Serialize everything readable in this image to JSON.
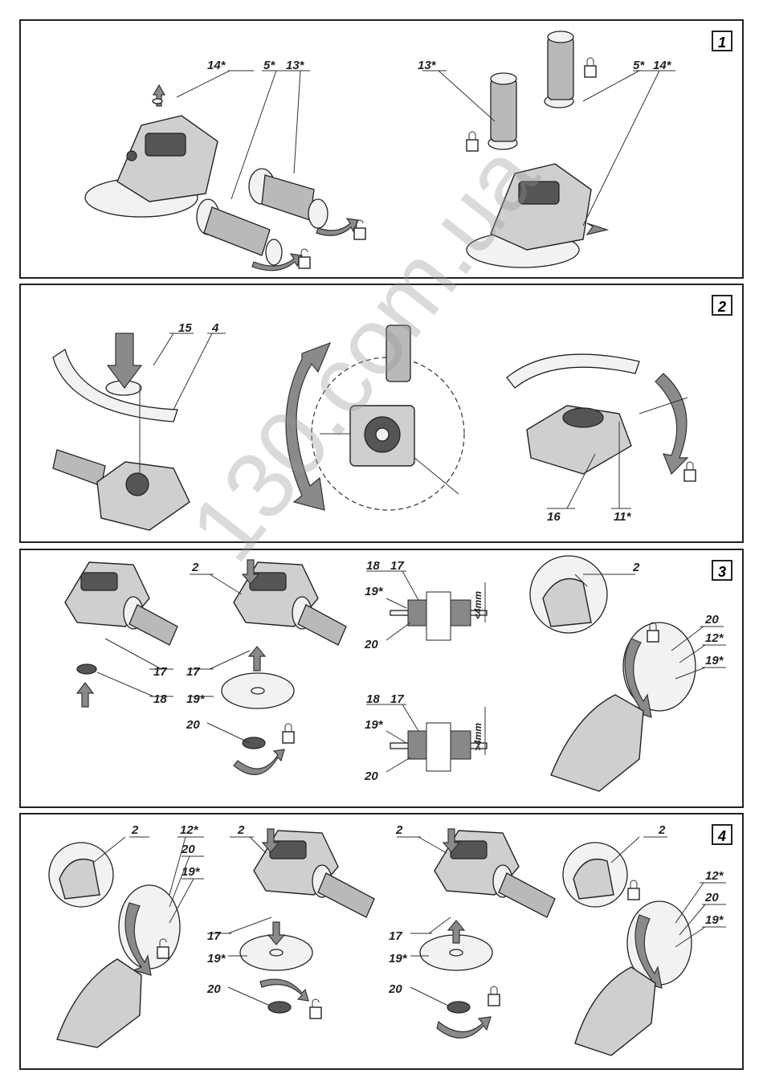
{
  "panels": [
    {
      "number": "1",
      "labels": {
        "a": "14*",
        "b": "5*",
        "c": "13*",
        "d": "13*",
        "e": "5*",
        "f": "14*"
      }
    },
    {
      "number": "2",
      "labels": {
        "a": "15",
        "b": "4",
        "c": "16",
        "d": "11*"
      }
    },
    {
      "number": "3",
      "labels": {
        "a": "2",
        "b": "17",
        "c": "18",
        "d": "17",
        "e": "19*",
        "f": "20",
        "g": "18",
        "h": "17",
        "i": "19*",
        "j": "20",
        "k": "<4mm",
        "l": "18",
        "m": "17",
        "n": "19*",
        "o": "20",
        "p": ">4mm",
        "q": "2",
        "r": "20",
        "s": "12*",
        "t": "19*"
      }
    },
    {
      "number": "4",
      "labels": {
        "a": "2",
        "b": "12*",
        "c": "20",
        "d": "19*",
        "e": "2",
        "f": "17",
        "g": "19*",
        "h": "20",
        "i": "2",
        "j": "17",
        "k": "19*",
        "l": "20",
        "m": "2",
        "n": "12*",
        "o": "20",
        "p": "19*"
      }
    }
  ],
  "watermark": "130.com.ua",
  "icons": [
    "lock-icon",
    "unlock-icon",
    "direction-arrow-icon"
  ]
}
